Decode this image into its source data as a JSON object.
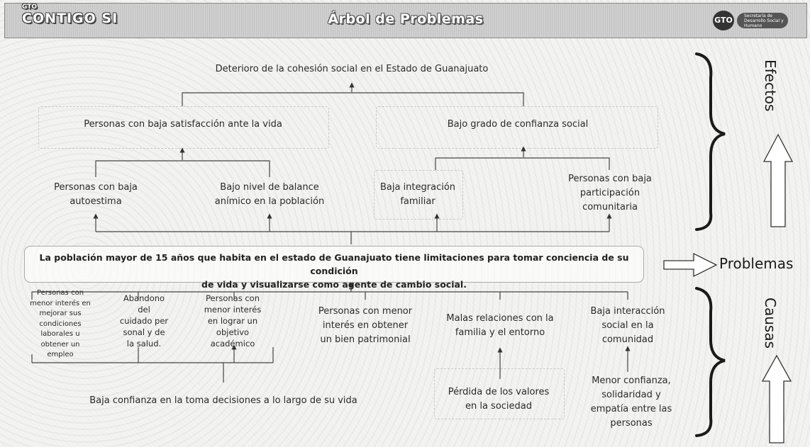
{
  "header": {
    "logo_left_small": "GTO",
    "logo_left": "CONTIGO SI",
    "title": "Árbol de Problemas",
    "logo_right_circle": "GTO",
    "logo_right_text": "Secretaría de Desarrollo Social y Humano"
  },
  "effects": {
    "top": "Deterioro de la cohesión social en el Estado de Guanajuato",
    "mid_left": "Personas con baja satisfacción ante la vida",
    "mid_right": "Bajo grado de confianza social",
    "low": [
      "Personas con baja\nautoestima",
      "Bajo nivel de balance\nanímico en la población",
      "Baja integración\nfamiliar",
      "Personas con baja\nparticipación\ncomunitaria"
    ]
  },
  "problem": "La población mayor de 15 años que habita en el estado de Guanajuato tiene limitaciones para  tomar conciencia de su condición\nde vida y visualizarse como agente de cambio social.",
  "causes": {
    "row": [
      "Personas con\nmenor interés en\nmejorar sus\ncondiciones\nlaborales u\nobtener un\nempleo",
      "Abandono\ndel\ncuidado per\nsonal y de\nla salud.",
      "Personas con\nmenor interés\nen lograr un\nobjetivo\nacadémico",
      "Personas con menor\ninterés en obtener\nun  bien patrimonial",
      "Malas relaciones con la\nfamilia y el entorno",
      "Baja interacción\nsocial en la\ncomunidad"
    ],
    "root_left": "Baja confianza en la toma decisiones a  lo largo de su vida",
    "root_mid": "Pérdida de  los valores\nen la sociedad",
    "root_right": "Menor confianza,\nsolidaridad y\nempatía entre las\npersonas"
  },
  "side_labels": {
    "effects": "Efectos",
    "problems": "Problemas",
    "causes": "Causas"
  }
}
